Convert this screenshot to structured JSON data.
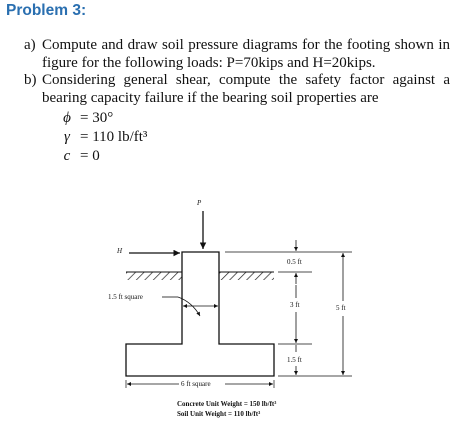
{
  "problem": {
    "title": "Problem 3:"
  },
  "questions": [
    {
      "label": "a)",
      "text": "Compute and draw soil pressure diagrams for the footing shown in figure for the following loads: P=70kips and H=20kips."
    },
    {
      "label": "b)",
      "text": "Considering general shear, compute the safety factor against a bearing capacity failure if the bearing soil properties are"
    }
  ],
  "soil_properties": [
    {
      "symbol": "ϕ",
      "value": "= 30°"
    },
    {
      "symbol": "γ",
      "value": "= 110 lb/ft³"
    },
    {
      "symbol": "c",
      "value": "= 0"
    }
  ],
  "figure": {
    "load_p": "P",
    "load_h": "H",
    "column_label": "1.5 ft square",
    "footing_label": "6 ft square",
    "dim_top": "0.5 ft",
    "dim_mid": "3 ft",
    "dim_bottom": "1.5 ft",
    "dim_total": "5 ft",
    "concrete_weight": "Concrete Unit Weight = 150 lb/ft³",
    "soil_weight": "Soil Unit Weight = 110 lb/ft³"
  }
}
